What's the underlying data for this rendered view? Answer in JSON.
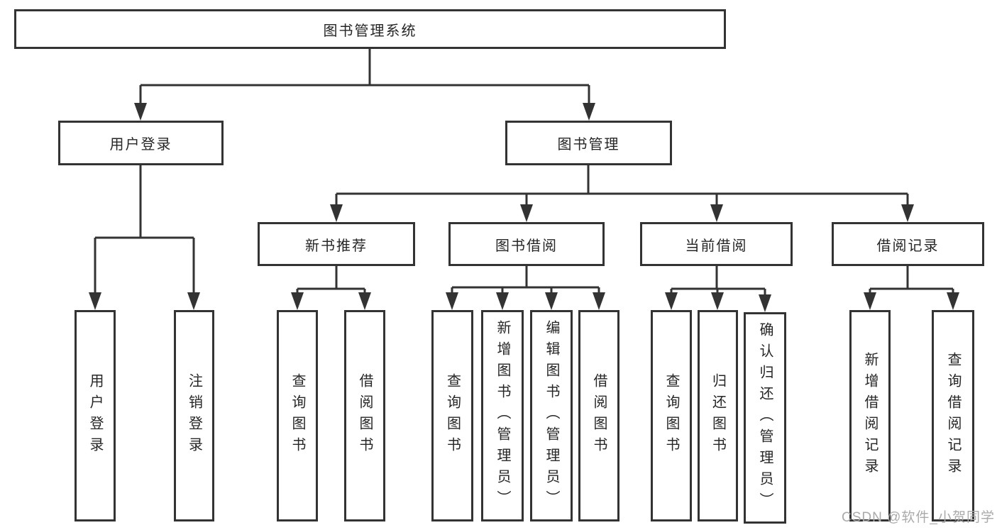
{
  "colors": {
    "line": "#333333",
    "box_border": "#333333",
    "box_fill": "#ffffff",
    "text": "#262626",
    "watermark": "#aaaaaa",
    "background": "#ffffff"
  },
  "watermark": {
    "text": "CSDN @软件_小贺同学"
  },
  "diagram": {
    "root": {
      "label": "图书管理系统"
    },
    "branches": [
      {
        "label": "用户登录",
        "children": [
          {
            "label": "用户登录"
          },
          {
            "label": "注销登录"
          }
        ]
      },
      {
        "label": "图书管理",
        "children": [
          {
            "label": "新书推荐",
            "children": [
              {
                "label": "查询图书"
              },
              {
                "label": "借阅图书"
              }
            ]
          },
          {
            "label": "图书借阅",
            "children": [
              {
                "label": "查询图书"
              },
              {
                "label": "新增图书（管理员）"
              },
              {
                "label": "编辑图书（管理员）"
              },
              {
                "label": "借阅图书"
              }
            ]
          },
          {
            "label": "当前借阅",
            "children": [
              {
                "label": "查询图书"
              },
              {
                "label": "归还图书"
              },
              {
                "label": "确认归还（管理员）"
              }
            ]
          },
          {
            "label": "借阅记录",
            "children": [
              {
                "label": "新增借阅记录"
              },
              {
                "label": "查询借阅记录"
              }
            ]
          }
        ]
      }
    ]
  }
}
